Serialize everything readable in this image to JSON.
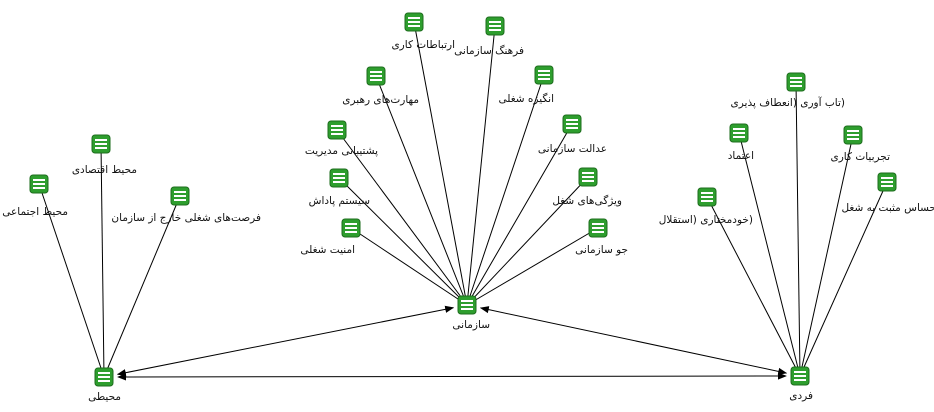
{
  "colors": {
    "icon_fill": "#2e9e2e",
    "icon_stroke": "#1d6d1d",
    "edge": "#000000"
  },
  "nodes": {
    "mohiti": {
      "label": "محیطی",
      "icon": "code-node-icon"
    },
    "sazmani": {
      "label": "سازمانی",
      "icon": "code-node-icon"
    },
    "fardi": {
      "label": "فردی",
      "icon": "code-node-icon"
    },
    "mohit_ejtemaei": {
      "label": "محیط اجتماعی",
      "icon": "code-node-icon"
    },
    "mohit_eghtesadi": {
      "label": "محیط اقتصادی",
      "icon": "code-node-icon"
    },
    "forsat_shoghli": {
      "label": "فرصت‌های شغلی خارج از سازمان",
      "icon": "code-node-icon"
    },
    "ertebatat_kari": {
      "label": "ارتباطات کاری",
      "icon": "code-node-icon"
    },
    "farhang_sazmani": {
      "label": "فرهنگ سازمانی",
      "icon": "code-node-icon"
    },
    "maharat_rahbari": {
      "label": "مهارت‌های رهبری",
      "icon": "code-node-icon"
    },
    "angize_shoghli": {
      "label": "انگیزه شغلی",
      "icon": "code-node-icon"
    },
    "poshtibani_modiriat": {
      "label": "پشتیبانی مدیریت",
      "icon": "code-node-icon"
    },
    "edalat_sazmani": {
      "label": "عدالت سازمانی",
      "icon": "code-node-icon"
    },
    "system_padash": {
      "label": "سیستم پاداش",
      "icon": "code-node-icon"
    },
    "vizhegi_shoghl": {
      "label": "ویژگی‌های شغل",
      "icon": "code-node-icon"
    },
    "amniat_shoghli": {
      "label": "امنیت شغلی",
      "icon": "code-node-icon"
    },
    "jav_sazmani": {
      "label": "جو سازمانی",
      "icon": "code-node-icon"
    },
    "tab_avari": {
      "label": "(تاب آوری (انعطاف پذیری",
      "icon": "code-node-icon"
    },
    "etemad": {
      "label": "اعتماد",
      "icon": "code-node-icon"
    },
    "tajrobiat_kari": {
      "label": "تجربیات کاری",
      "icon": "code-node-icon"
    },
    "hesas_mosbat": {
      "label": "حساس مثبت به شغل",
      "icon": "code-node-icon"
    },
    "khodmokhtari": {
      "label": "(خودمختاری (استقلال",
      "icon": "code-node-icon"
    }
  }
}
